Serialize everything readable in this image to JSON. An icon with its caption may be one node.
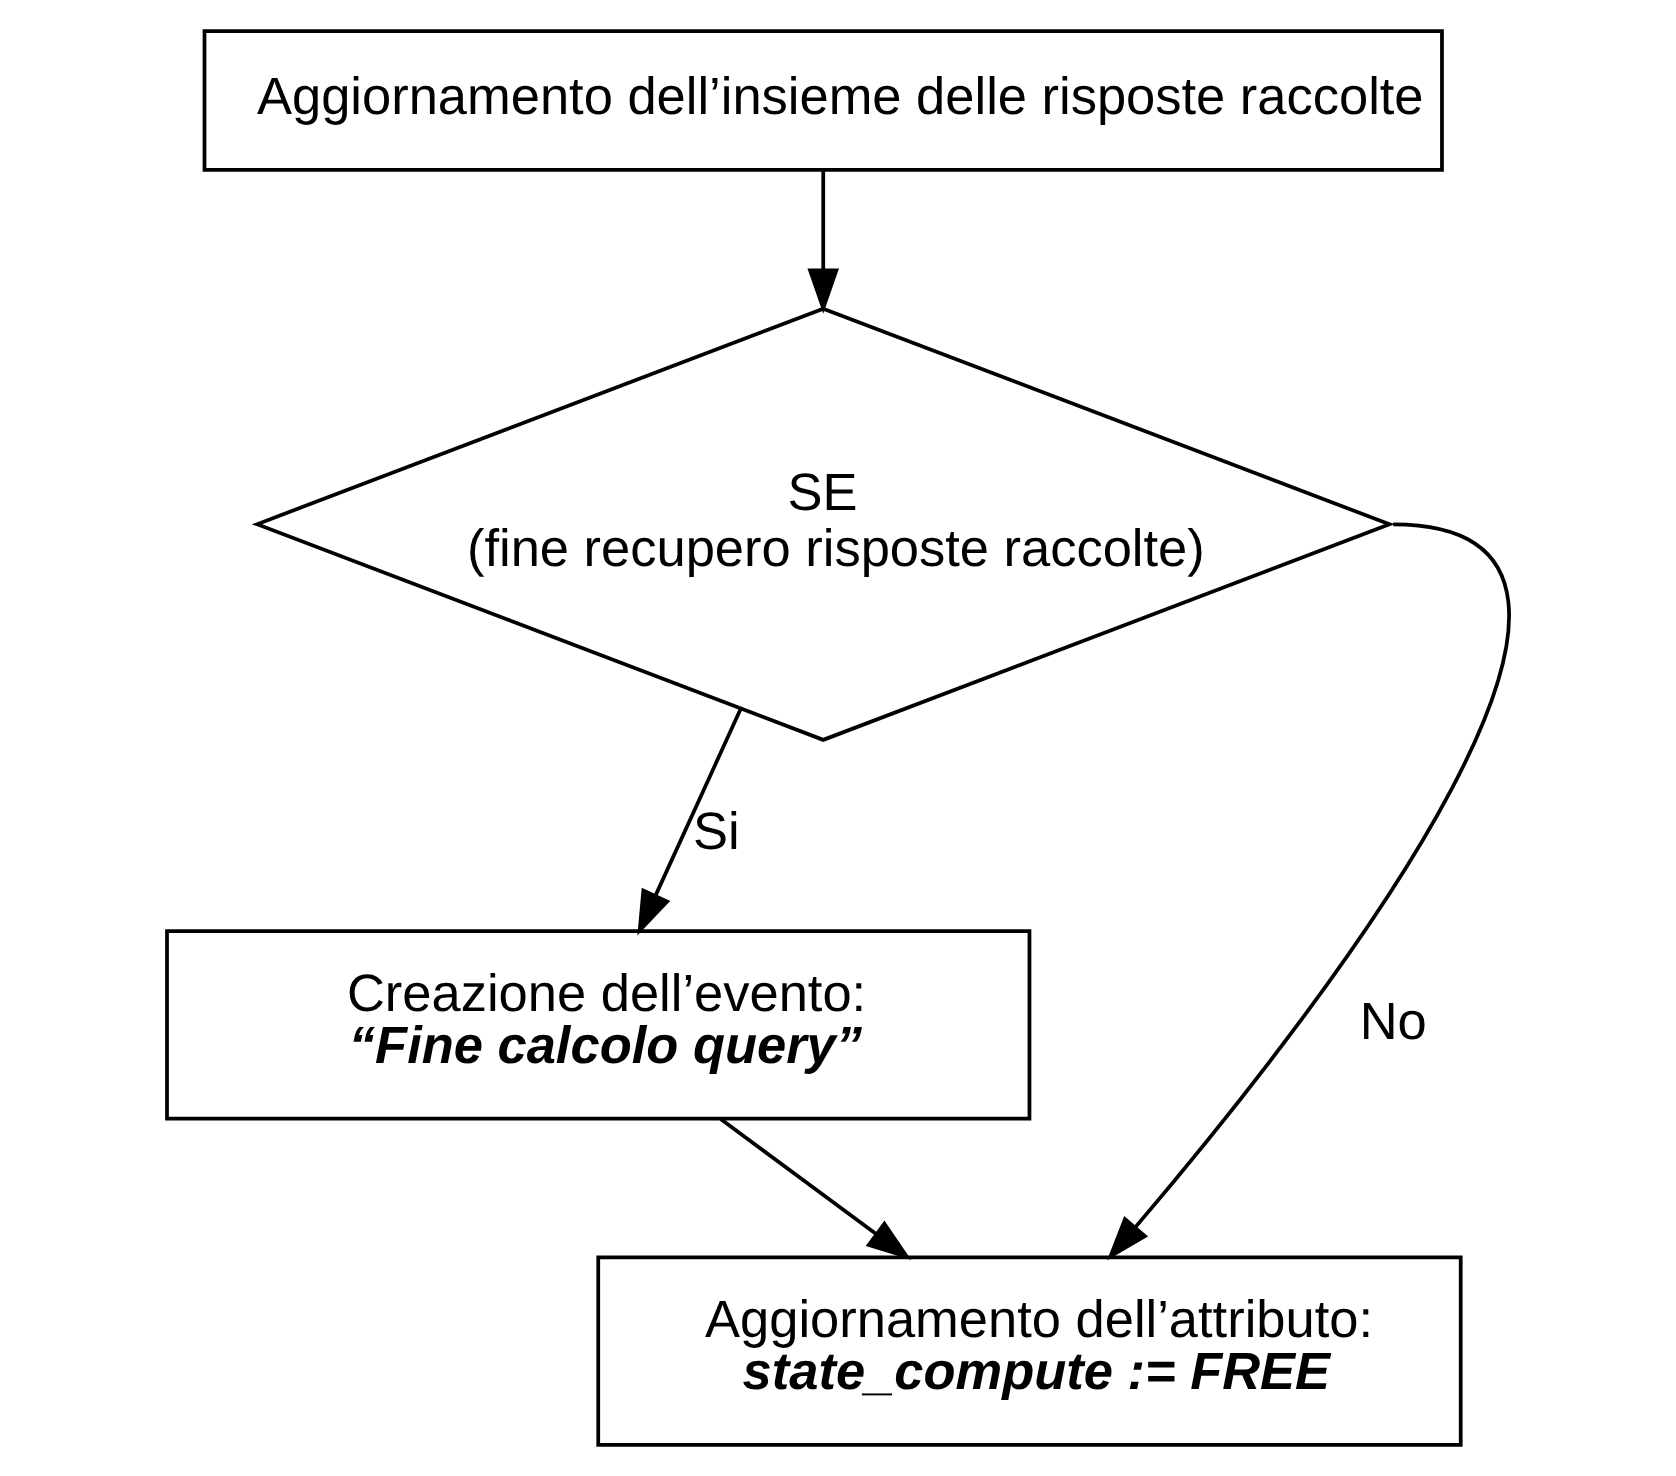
{
  "diagram": {
    "nodes": [
      {
        "text": [
          "Aggiornamento dell’insieme delle risposte raccolte"
        ]
      },
      {
        "text": [
          "SE",
          "(fine recupero risposte raccolte)"
        ]
      },
      {
        "text": [
          "Creazione dell’evento:",
          "“Fine calcolo query”"
        ]
      },
      {
        "text": [
          "Aggiornamento dell’attributo:",
          "state_compute := FREE"
        ]
      }
    ],
    "edges": [
      {
        "from": 0,
        "to": 1,
        "arrow": "to"
      },
      {
        "from": 1,
        "to": 2,
        "arrow": "to",
        "label": "Si"
      },
      {
        "from": 1,
        "to": 3,
        "arrow": "to",
        "label": "No"
      },
      {
        "from": 2,
        "to": 3,
        "arrow": "to"
      }
    ]
  }
}
